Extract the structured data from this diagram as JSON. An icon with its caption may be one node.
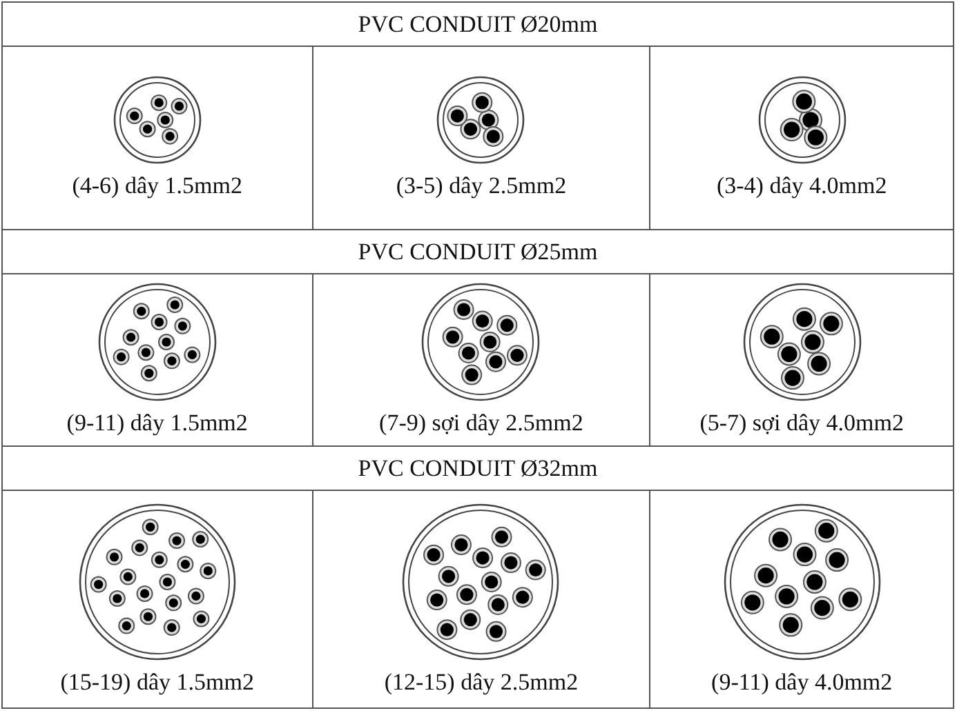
{
  "diagram": {
    "labels": [
      "PVC CONDUIT Ø20mm",
      "(4-6) dây 1.5mm2",
      "(3-5) dây 2.5mm2",
      "(3-4) dây 4.0mm2",
      "PVC CONDUIT Ø25mm",
      "(9-11) dây 1.5mm2",
      "(7-9) sợi dây 2.5mm2",
      "(5-7) sợi dây 4.0mm2",
      "PVC CONDUIT Ø32mm",
      "(15-19) dây 1.5mm2",
      "(12-15) dây 2.5mm2",
      "(9-11) dây 4.0mm2"
    ]
  }
}
